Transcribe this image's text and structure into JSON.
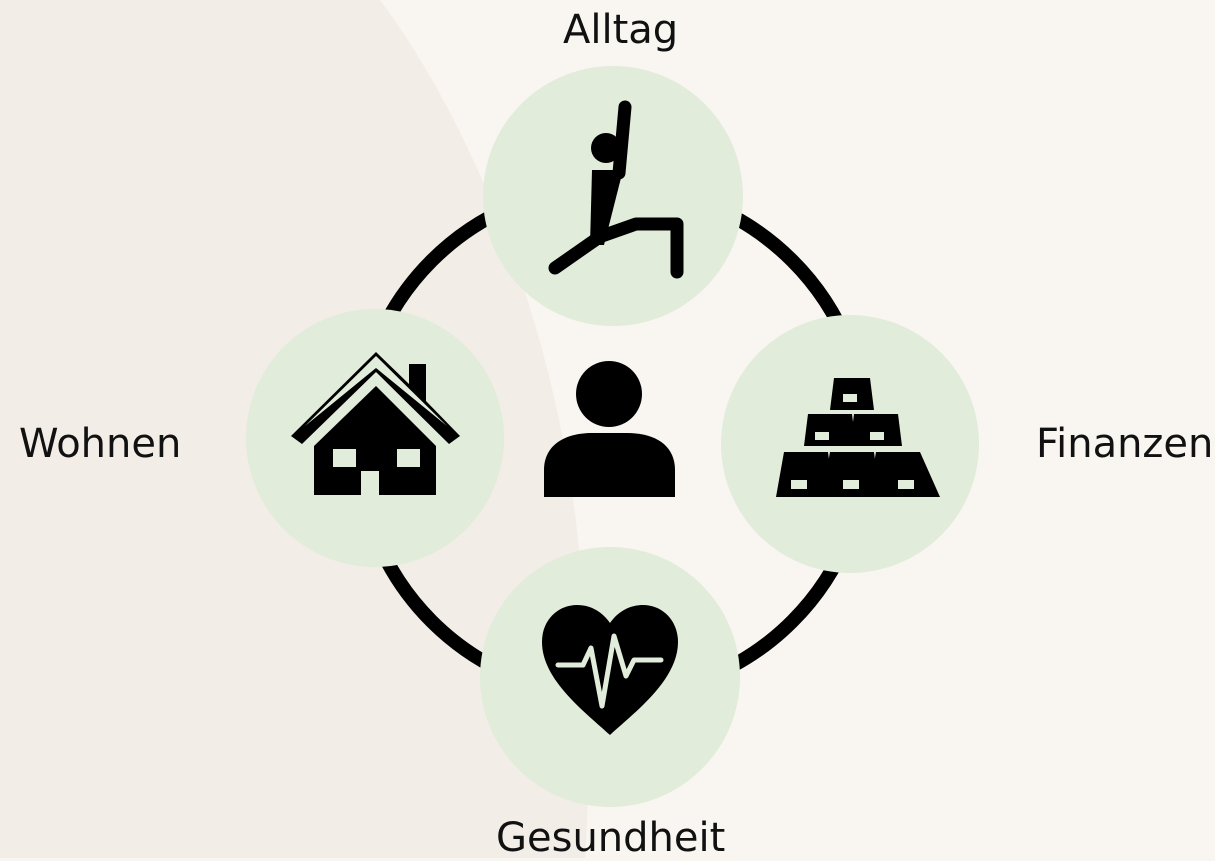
{
  "labels": {
    "top": "Alltag",
    "left": "Wohnen",
    "right": "Finanzen",
    "bottom": "Gesundheit"
  },
  "icons": {
    "center": "person-icon",
    "top": "yoga-pose-icon",
    "left": "house-icon",
    "right": "gold-bars-icon",
    "bottom": "heart-pulse-icon"
  },
  "colors": {
    "background": "#f9f6f1",
    "background_shade": "#f2ede7",
    "circle_fill": "#e1ecdb",
    "ring_and_icons": "#000000",
    "accent_line": "#e1ecdb"
  }
}
